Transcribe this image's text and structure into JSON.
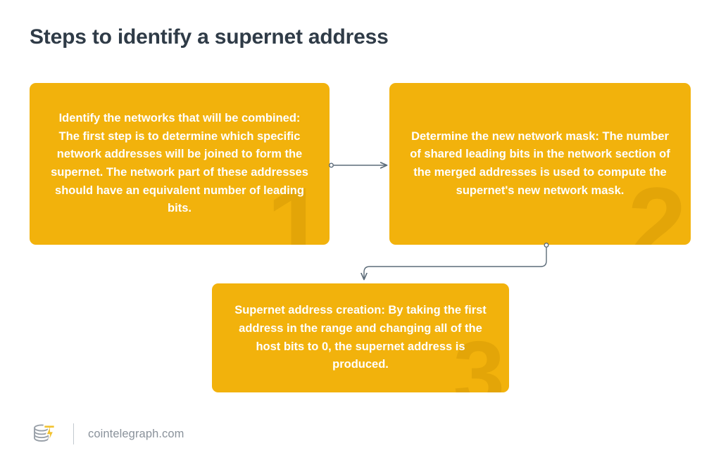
{
  "page": {
    "title": "Steps to identify a supernet address",
    "background_color": "#ffffff",
    "title_color": "#2f3b47",
    "accent_color": "#F2B20C",
    "connector_color": "#5c6b78"
  },
  "steps": [
    {
      "number": "1",
      "text": "Identify the networks that will be combined: The first step is to determine which specific network addresses will be joined to form the supernet. The network part of these addresses should have an equivalent number of leading bits."
    },
    {
      "number": "2",
      "text": "Determine the new network mask: The number of shared leading bits in the network section of the merged addresses is used to compute the supernet's new network mask."
    },
    {
      "number": "3",
      "text": "Supernet address creation: By taking the first address in the range and changing all of the host bits to 0, the supernet address is produced."
    }
  ],
  "connectors": [
    {
      "name": "step1-to-step2",
      "style": "straight-right-arrow"
    },
    {
      "name": "step2-to-step3",
      "style": "elbow-down-left-arrow"
    }
  ],
  "footer": {
    "logo_icon": "cointelegraph-coin-bolt-logo",
    "site": "cointelegraph.com",
    "text_color": "#8a929b"
  }
}
